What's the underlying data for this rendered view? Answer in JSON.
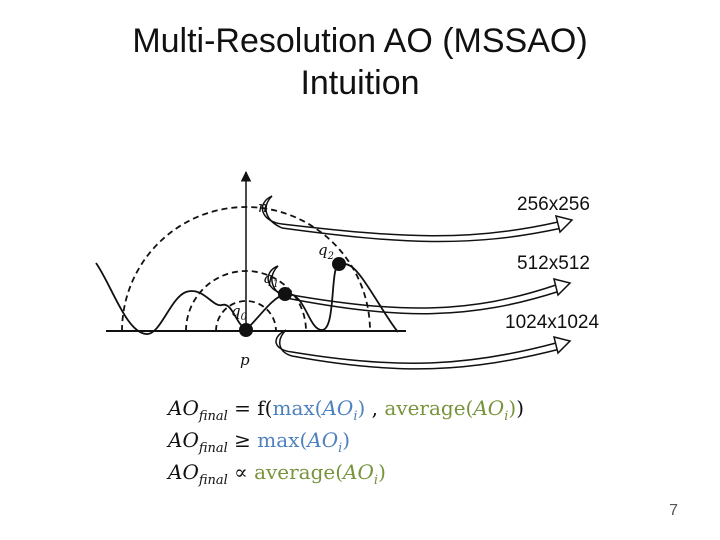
{
  "slide": {
    "title_line1": "Multi-Resolution AO (MSSAO)",
    "title_line2": "Intuition",
    "page_number": "7"
  },
  "diagram": {
    "labels": {
      "n": "n",
      "q2": "q",
      "q2_sub": "2",
      "q1": "q",
      "q1_sub": "1",
      "q0": "q",
      "q0_sub": "0",
      "p": "p"
    },
    "resolutions": [
      "256x256",
      "512x512",
      "1024x1024"
    ]
  },
  "equations": {
    "ao": "AO",
    "final_sub": "final",
    "i_sub": "i",
    "line1": {
      "op": "= f(",
      "max_fn": "max(",
      "close1": ")",
      "sep": " , ",
      "avg_fn": "average(",
      "close2": ")",
      "end": ")"
    },
    "line2": {
      "op": "≥ ",
      "max_fn": "max(",
      "close": ")"
    },
    "line3": {
      "op": "∝ ",
      "avg_fn": "average(",
      "close": ")"
    }
  },
  "colors": {
    "max": "#4f82bd",
    "average": "#77933c"
  }
}
